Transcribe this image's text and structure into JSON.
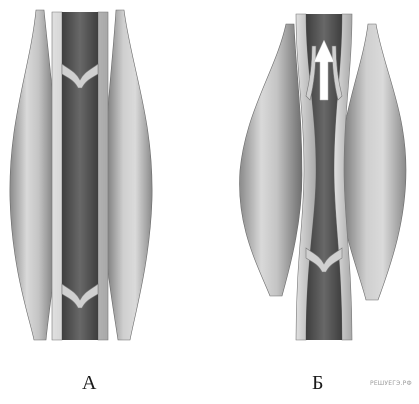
{
  "panels": [
    {
      "label": "А",
      "state": "muscles relaxed, valves closed"
    },
    {
      "label": "Б",
      "state": "muscles contracted, upper valve open"
    }
  ],
  "watermark": "РЕШУЕГЭ.РФ",
  "colors": {
    "muscle_light": "#d6d6d6",
    "muscle_dark": "#7a7a7a",
    "vessel_wall": "#c9c9c9",
    "lumen": "#5a5a5a",
    "arrow": "#ffffff"
  }
}
